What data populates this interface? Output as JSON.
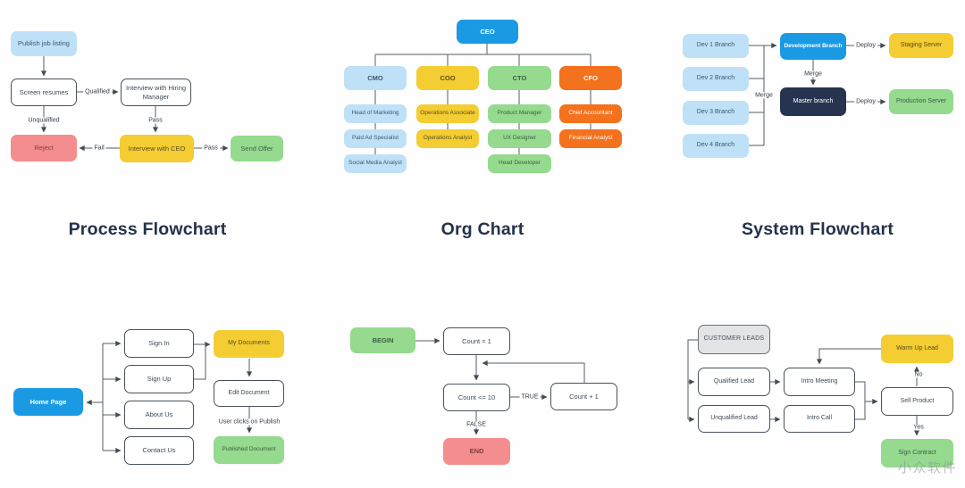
{
  "watermark": "小众软件",
  "colors": {
    "blue": "#1b9ae4",
    "light_blue": "#bfe1f7",
    "yellow": "#f4cd32",
    "green": "#95da8e",
    "orange": "#f4711d",
    "red": "#f48d8d",
    "navy": "#273450",
    "gray": "#e2e4e6",
    "line": "#565e66",
    "title_text": "#24324b"
  },
  "sections": {
    "process": {
      "title": "Process Flowchart",
      "nodes": {
        "publish_job_listing": "Publish job listing",
        "screen_resumes": "Screen resumes",
        "interview_hiring_manager": "Interview with Hiring Manager",
        "reject": "Reject",
        "interview_ceo": "Interview with CEO",
        "send_offer": "Send Offer"
      },
      "labels": {
        "qualified": "Qualified",
        "unqualified": "Unqualified",
        "pass_hm": "Pass",
        "fail": "Fail",
        "pass_ceo": "Pass"
      }
    },
    "org": {
      "title": "Org Chart",
      "nodes": {
        "ceo": "CEO",
        "cmo": "CMO",
        "coo": "COO",
        "cto": "CTO",
        "cfo": "CFO",
        "head_of_marketing": "Head of Marketing",
        "paid_ad_specialist": "Paid Ad Specialist",
        "social_media_analyst": "Social Media Analyst",
        "operations_associate": "Operations Associate",
        "operations_analyst": "Operations Analyst",
        "product_manager": "Product Manager",
        "ux_designer": "UX Designer",
        "head_developer": "Head Developer",
        "chief_accountant": "Chief Accountant",
        "financial_analyst": "Financial Analyst"
      }
    },
    "system": {
      "title": "System Flowchart",
      "nodes": {
        "dev1_branch": "Dev 1 Branch",
        "dev2_branch": "Dev 2 Branch",
        "dev3_branch": "Dev 3 Branch",
        "dev4_branch": "Dev 4 Branch",
        "development_branch": "Development Branch",
        "master_branch": "Master branch",
        "staging_server": "Staging Server",
        "production_server": "Production Server"
      },
      "labels": {
        "merge_bus": "Merge",
        "merge_down": "Merge",
        "deploy_staging": "Deploy",
        "deploy_production": "Deploy"
      }
    },
    "site": {
      "nodes": {
        "home_page": "Home Page",
        "sign_in": "Sign In",
        "sign_up": "Sign Up",
        "about_us": "About Us",
        "contact_us": "Contact Us",
        "my_documents": "My Documents",
        "edit_document": "Edit Document",
        "published_document": "Published Document"
      },
      "labels": {
        "publish_note": "User clicks on Publish"
      }
    },
    "loop": {
      "nodes": {
        "begin": "BEGIN",
        "count_init": "Count = 1",
        "count_check": "Count <= 10",
        "count_inc": "Count + 1",
        "end": "END"
      },
      "labels": {
        "true": "TRUE",
        "false": "FALSE"
      }
    },
    "leads": {
      "nodes": {
        "customer_leads": "CUSTOMER LEADS",
        "qualified_lead": "Qualified Lead",
        "unqualified_lead": "Unqualified Lead",
        "intro_meeting": "Intro Meeting",
        "intro_call": "Intro Call",
        "sell_product": "Sell Product",
        "warm_up_lead": "Warm Up Lead",
        "sign_contract": "Sign Contract"
      },
      "labels": {
        "no": "No",
        "yes": "Yes"
      }
    }
  }
}
